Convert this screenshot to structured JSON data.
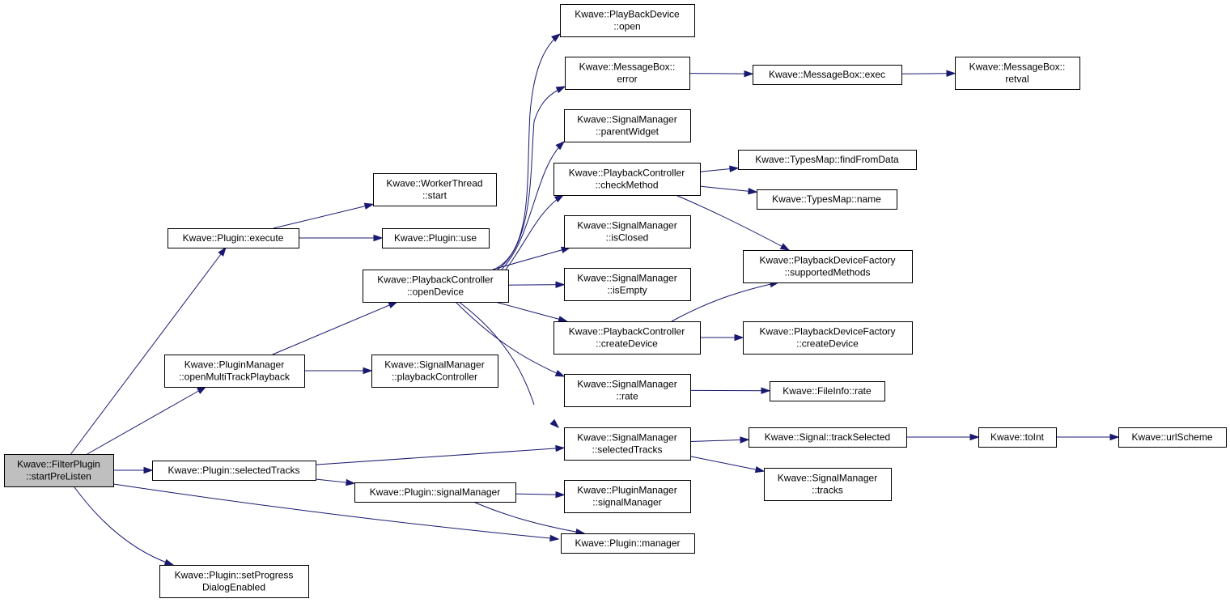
{
  "nodes": [
    {
      "id": "n_start",
      "lines": [
        "Kwave::FilterPlugin",
        "::startPreListen"
      ],
      "root": true
    },
    {
      "id": "n_execute",
      "lines": [
        "Kwave::Plugin::execute"
      ]
    },
    {
      "id": "n_omtp",
      "lines": [
        "Kwave::PluginManager",
        "::openMultiTrackPlayback"
      ]
    },
    {
      "id": "n_selTracks",
      "lines": [
        "Kwave::Plugin::selectedTracks"
      ]
    },
    {
      "id": "n_setProg",
      "lines": [
        "Kwave::Plugin::setProgress",
        "DialogEnabled"
      ]
    },
    {
      "id": "n_wtStart",
      "lines": [
        "Kwave::WorkerThread",
        "::start"
      ]
    },
    {
      "id": "n_use",
      "lines": [
        "Kwave::Plugin::use"
      ]
    },
    {
      "id": "n_openDevice",
      "lines": [
        "Kwave::PlaybackController",
        "::openDevice"
      ]
    },
    {
      "id": "n_playCtrl",
      "lines": [
        "Kwave::SignalManager",
        "::playbackController"
      ]
    },
    {
      "id": "n_pSigMgr",
      "lines": [
        "Kwave::Plugin::signalManager"
      ]
    },
    {
      "id": "n_manager",
      "lines": [
        "Kwave::Plugin::manager"
      ]
    },
    {
      "id": "n_pmSigMgr",
      "lines": [
        "Kwave::PluginManager",
        "::signalManager"
      ]
    },
    {
      "id": "n_pbdOpen",
      "lines": [
        "Kwave::PlayBackDevice",
        "::open"
      ]
    },
    {
      "id": "n_mbError",
      "lines": [
        "Kwave::MessageBox::",
        "error"
      ]
    },
    {
      "id": "n_parentWidget",
      "lines": [
        "Kwave::SignalManager",
        "::parentWidget"
      ]
    },
    {
      "id": "n_checkMethod",
      "lines": [
        "Kwave::PlaybackController",
        "::checkMethod"
      ]
    },
    {
      "id": "n_isClosed",
      "lines": [
        "Kwave::SignalManager",
        "::isClosed"
      ]
    },
    {
      "id": "n_isEmpty",
      "lines": [
        "Kwave::SignalManager",
        "::isEmpty"
      ]
    },
    {
      "id": "n_createDevice",
      "lines": [
        "Kwave::PlaybackController",
        "::createDevice"
      ]
    },
    {
      "id": "n_smRate",
      "lines": [
        "Kwave::SignalManager",
        "::rate"
      ]
    },
    {
      "id": "n_smSelTracks",
      "lines": [
        "Kwave::SignalManager",
        "::selectedTracks"
      ]
    },
    {
      "id": "n_mbExec",
      "lines": [
        "Kwave::MessageBox::exec"
      ]
    },
    {
      "id": "n_mbRetval",
      "lines": [
        "Kwave::MessageBox::",
        "retval"
      ]
    },
    {
      "id": "n_tmFind",
      "lines": [
        "Kwave::TypesMap::findFromData"
      ]
    },
    {
      "id": "n_tmName",
      "lines": [
        "Kwave::TypesMap::name"
      ]
    },
    {
      "id": "n_pdfSupported",
      "lines": [
        "Kwave::PlaybackDeviceFactory",
        "::supportedMethods"
      ]
    },
    {
      "id": "n_pdfCreate",
      "lines": [
        "Kwave::PlaybackDeviceFactory",
        "::createDevice"
      ]
    },
    {
      "id": "n_fiRate",
      "lines": [
        "Kwave::FileInfo::rate"
      ]
    },
    {
      "id": "n_sigTrackSel",
      "lines": [
        "Kwave::Signal::trackSelected"
      ]
    },
    {
      "id": "n_smTracks",
      "lines": [
        "Kwave::SignalManager",
        "::tracks"
      ]
    },
    {
      "id": "n_toInt",
      "lines": [
        "Kwave::toInt"
      ]
    },
    {
      "id": "n_urlScheme",
      "lines": [
        "Kwave::urlScheme"
      ]
    }
  ],
  "edges": [
    {
      "from": "n_start",
      "to": "n_execute"
    },
    {
      "from": "n_start",
      "to": "n_omtp"
    },
    {
      "from": "n_start",
      "to": "n_selTracks"
    },
    {
      "from": "n_start",
      "to": "n_manager"
    },
    {
      "from": "n_start",
      "to": "n_setProg"
    },
    {
      "from": "n_execute",
      "to": "n_wtStart"
    },
    {
      "from": "n_execute",
      "to": "n_use"
    },
    {
      "from": "n_omtp",
      "to": "n_openDevice"
    },
    {
      "from": "n_omtp",
      "to": "n_playCtrl"
    },
    {
      "from": "n_selTracks",
      "to": "n_smSelTracks"
    },
    {
      "from": "n_selTracks",
      "to": "n_pSigMgr"
    },
    {
      "from": "n_pSigMgr",
      "to": "n_pmSigMgr"
    },
    {
      "from": "n_pSigMgr",
      "to": "n_manager"
    },
    {
      "from": "n_openDevice",
      "to": "n_pbdOpen"
    },
    {
      "from": "n_openDevice",
      "to": "n_mbError"
    },
    {
      "from": "n_openDevice",
      "to": "n_parentWidget"
    },
    {
      "from": "n_openDevice",
      "to": "n_checkMethod"
    },
    {
      "from": "n_openDevice",
      "to": "n_isClosed"
    },
    {
      "from": "n_openDevice",
      "to": "n_isEmpty"
    },
    {
      "from": "n_openDevice",
      "to": "n_createDevice"
    },
    {
      "from": "n_openDevice",
      "to": "n_smRate"
    },
    {
      "from": "n_openDevice",
      "to": "n_smSelTracks"
    },
    {
      "from": "n_mbError",
      "to": "n_mbExec"
    },
    {
      "from": "n_mbExec",
      "to": "n_mbRetval"
    },
    {
      "from": "n_checkMethod",
      "to": "n_tmFind"
    },
    {
      "from": "n_checkMethod",
      "to": "n_tmName"
    },
    {
      "from": "n_checkMethod",
      "to": "n_pdfSupported"
    },
    {
      "from": "n_createDevice",
      "to": "n_pdfSupported"
    },
    {
      "from": "n_createDevice",
      "to": "n_pdfCreate"
    },
    {
      "from": "n_smRate",
      "to": "n_fiRate"
    },
    {
      "from": "n_smSelTracks",
      "to": "n_sigTrackSel"
    },
    {
      "from": "n_smSelTracks",
      "to": "n_smTracks"
    },
    {
      "from": "n_sigTrackSel",
      "to": "n_toInt"
    },
    {
      "from": "n_toInt",
      "to": "n_urlScheme"
    }
  ],
  "colors": {
    "edge": "#191970",
    "root_fill": "#bfbfbf",
    "node_fill": "#ffffff",
    "border": "#000000"
  }
}
